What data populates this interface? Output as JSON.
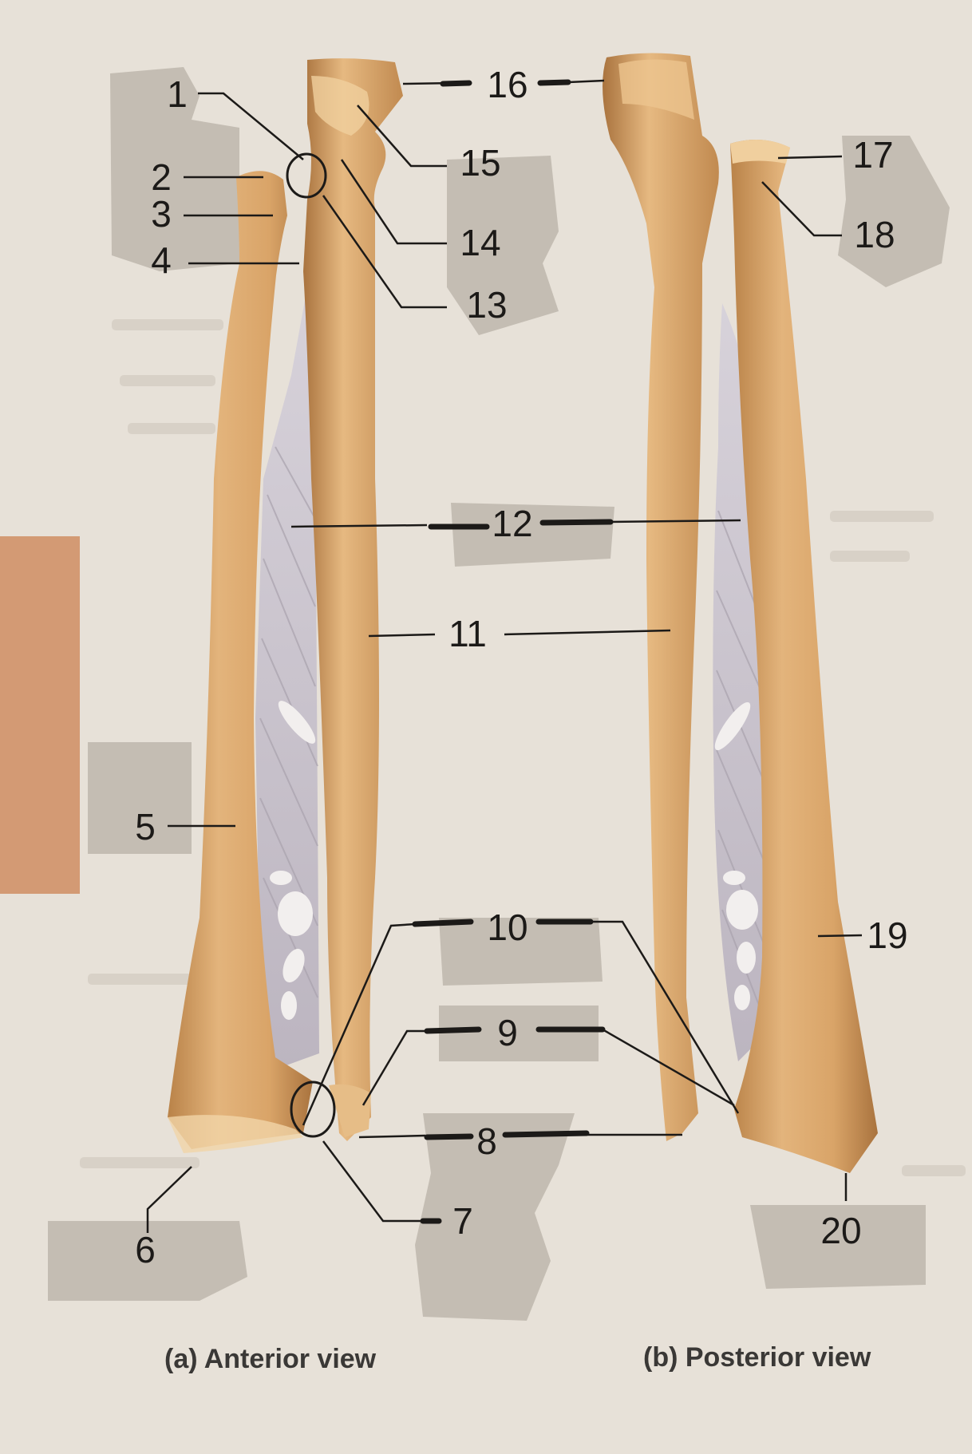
{
  "labels": [
    {
      "id": "l1",
      "text": "1"
    },
    {
      "id": "l2",
      "text": "2"
    },
    {
      "id": "l3",
      "text": "3"
    },
    {
      "id": "l4",
      "text": "4"
    },
    {
      "id": "l5",
      "text": "5"
    },
    {
      "id": "l6",
      "text": "6"
    },
    {
      "id": "l7",
      "text": "7"
    },
    {
      "id": "l8",
      "text": "8"
    },
    {
      "id": "l9",
      "text": "9"
    },
    {
      "id": "l10",
      "text": "10"
    },
    {
      "id": "l11",
      "text": "11"
    },
    {
      "id": "l12",
      "text": "12"
    },
    {
      "id": "l13",
      "text": "13"
    },
    {
      "id": "l14",
      "text": "14"
    },
    {
      "id": "l15",
      "text": "15"
    },
    {
      "id": "l16",
      "text": "16"
    },
    {
      "id": "l17",
      "text": "17"
    },
    {
      "id": "l18",
      "text": "18"
    },
    {
      "id": "l19",
      "text": "19"
    },
    {
      "id": "l20",
      "text": "20"
    }
  ],
  "captions": {
    "anterior": "(a) Anterior view",
    "posterior": "(b) Posterior view"
  },
  "colors": {
    "background": "#e7e1d8",
    "bone": "#dbaa72",
    "bone_shadow": "#b98248",
    "membrane": "#c9c3cc",
    "label_patch": "#a8a095",
    "side_tab": "#d39a74",
    "leader": "#1c1a18"
  }
}
